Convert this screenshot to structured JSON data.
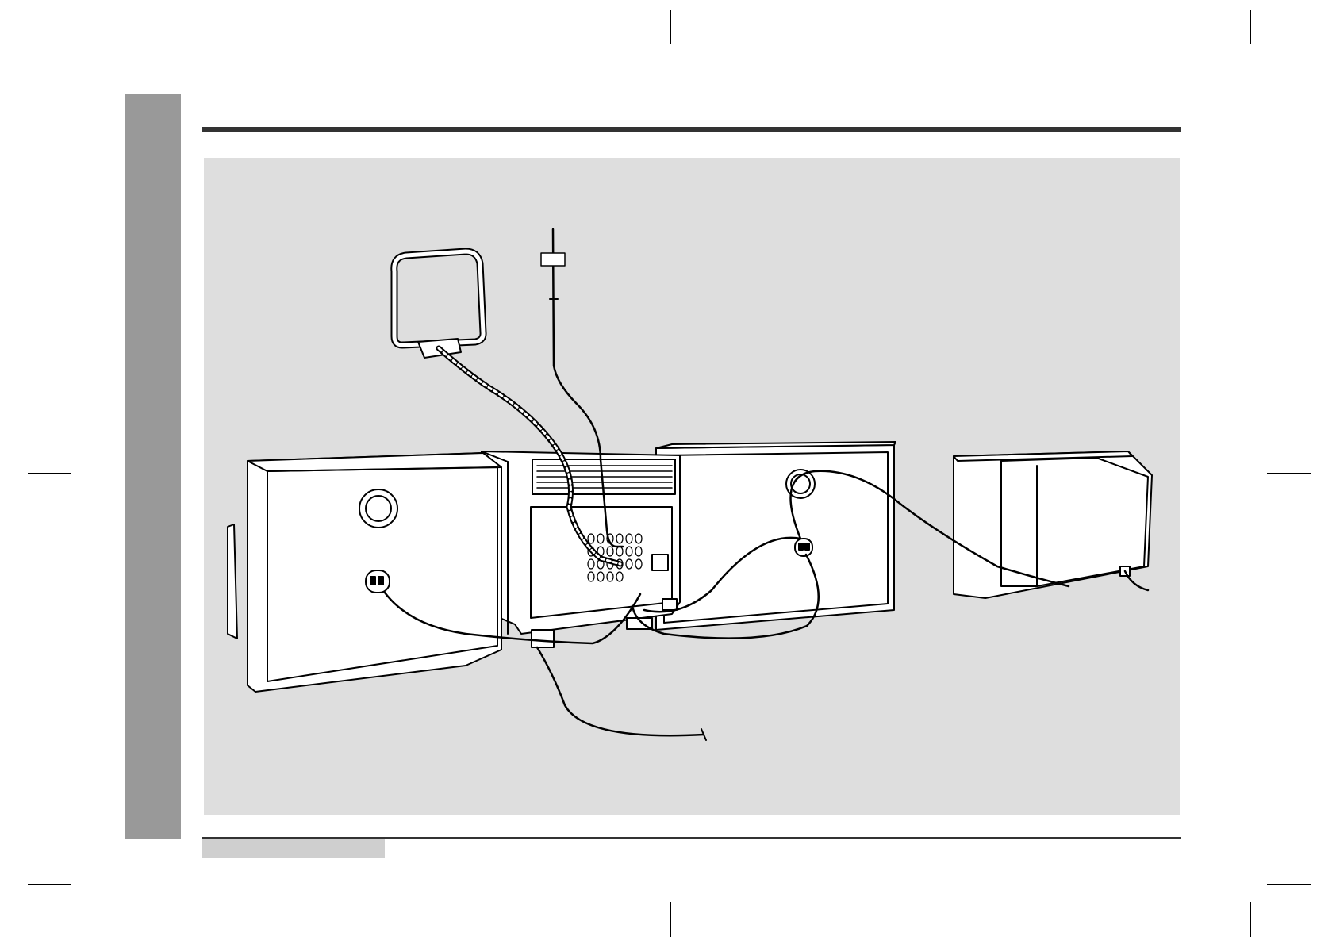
{
  "page": {
    "theme": {
      "side_tab_color": "#999999",
      "figure_background": "#dedede",
      "rule_color": "#333333",
      "footer_tab_color": "#cfcfcf"
    },
    "figure": {
      "components": [
        "am-loop-antenna",
        "fm-wire-antenna",
        "left-speaker",
        "main-unit",
        "right-speaker",
        "tv-set",
        "ac-power-lead",
        "tv-power-lead"
      ]
    }
  }
}
